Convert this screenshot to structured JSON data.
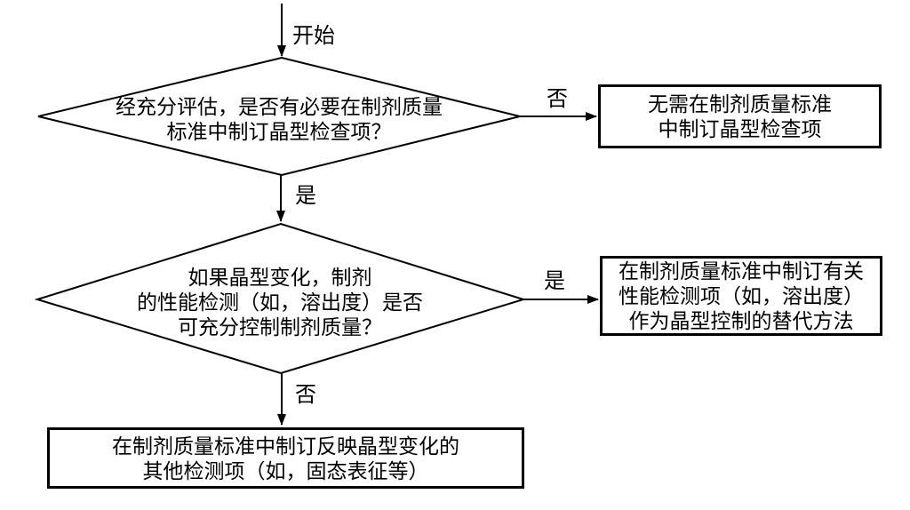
{
  "flowchart": {
    "start_label": "开始",
    "decision1": {
      "lines": [
        "经充分评估，是否有必要在制剂质量",
        "标准中制订晶型检查项？"
      ],
      "no_label": "否",
      "yes_label": "是"
    },
    "no_branch_box": {
      "lines": [
        "无需在制剂质量标准",
        "中制订晶型检查项"
      ]
    },
    "decision2": {
      "lines": [
        "如果晶型变化，制剂",
        "的性能检测（如，溶出度）是否",
        "可充分控制制剂质量？"
      ],
      "yes_label": "是",
      "no_label": "否"
    },
    "yes_branch_box": {
      "lines": [
        "在制剂质量标准中制订有关",
        "性能检测项（如，溶出度）",
        "作为晶型控制的替代方法"
      ]
    },
    "bottom_box": {
      "lines": [
        "在制剂质量标准中制订反映晶型变化的",
        "其他检测项（如，固态表征等）"
      ]
    }
  },
  "colors": {
    "line": "#000000",
    "background": "#ffffff",
    "text": "#000000"
  }
}
